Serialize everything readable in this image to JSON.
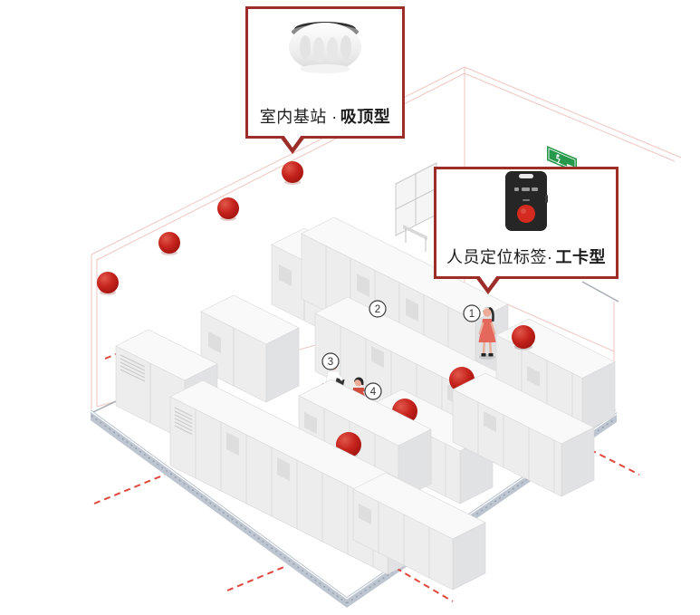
{
  "diagram": {
    "callouts": {
      "base_station": {
        "prefix": "室内基站 ·",
        "bold": "吸顶型",
        "icon": "ceiling-dome-device"
      },
      "badge_tag": {
        "prefix": "人员定位标签·",
        "bold": "工卡型",
        "icon": "id-badge-device"
      }
    },
    "person_markers": [
      "1",
      "2",
      "3",
      "4"
    ],
    "exit_sign": {
      "icon": "exit-running-man"
    },
    "colors": {
      "accent_red": "#c42620",
      "callout_border": "#9c2d28",
      "dashed_line": "#e0483e",
      "floor_edge": "#bdc5d1",
      "exit_green": "#27994d",
      "person_red": "#d94f43"
    }
  }
}
